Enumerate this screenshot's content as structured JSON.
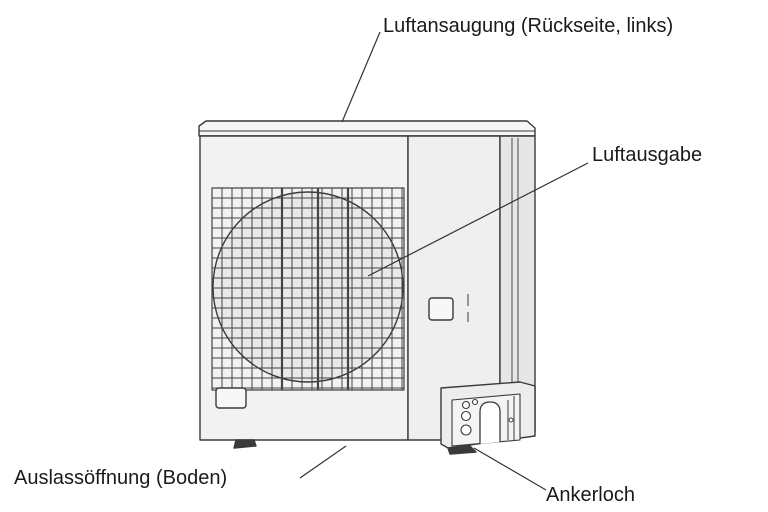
{
  "labels": {
    "air_intake": "Luftansaugung (Rückseite, links)",
    "air_outlet": "Luftausgabe",
    "drain_outlet": "Auslassöffnung (Boden)",
    "anchor_hole": "Ankerloch"
  },
  "colors": {
    "line": "#333333",
    "body": "#f2f2f2",
    "outline": "#3a3a3a",
    "text": "#1a1a1a"
  }
}
